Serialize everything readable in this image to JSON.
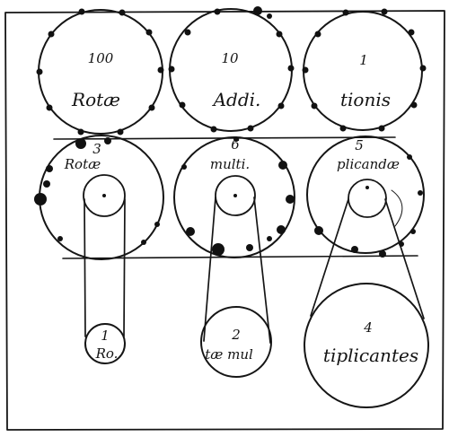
{
  "colors": {
    "ink": "#151515",
    "paper": "#ffffff"
  },
  "top_row": [
    {
      "number": "100",
      "word": "Rotæ"
    },
    {
      "number": "10",
      "word": "Addi."
    },
    {
      "number": "1",
      "word": "tionis"
    }
  ],
  "middle_row": [
    {
      "number": "3",
      "word": "Rotæ"
    },
    {
      "number": "6",
      "word": "multi."
    },
    {
      "number": "5",
      "word": "plicandæ"
    }
  ],
  "bottom_row": [
    {
      "number": "1",
      "word": "Ro."
    },
    {
      "number": "2",
      "word": "tæ mul"
    },
    {
      "number": "4",
      "word": "tiplicantes"
    }
  ]
}
